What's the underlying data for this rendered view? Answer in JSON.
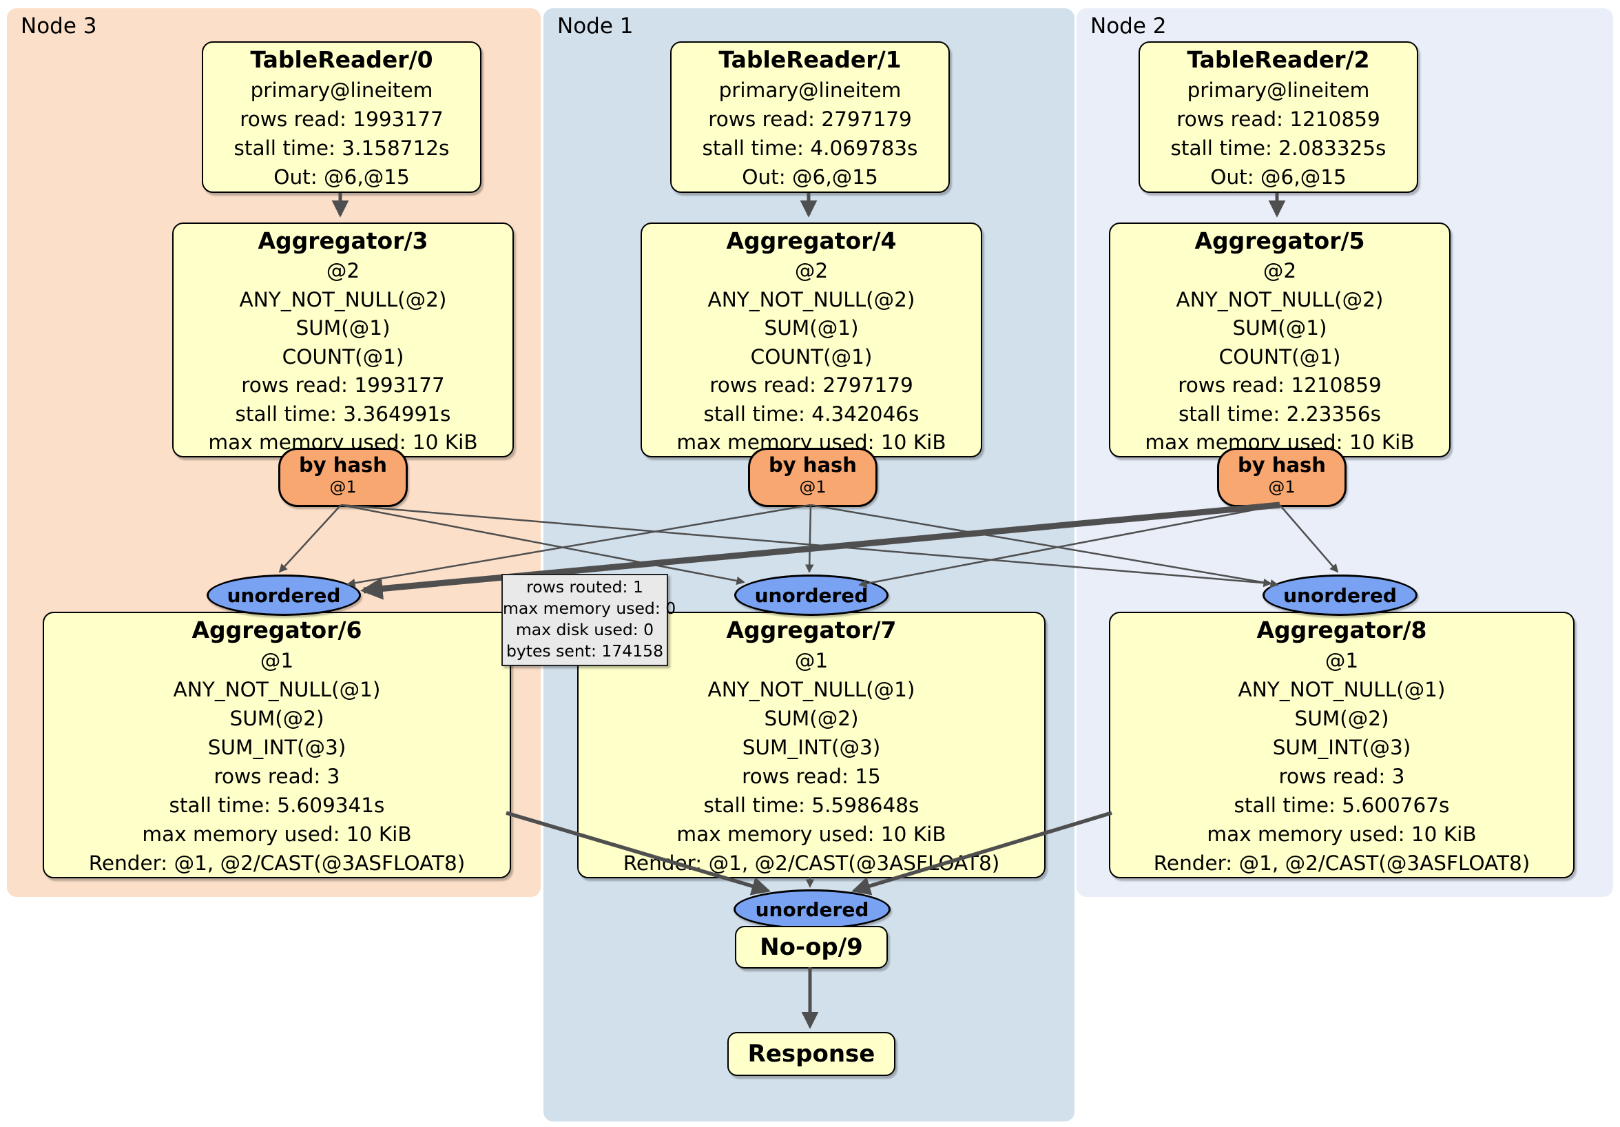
{
  "regions": [
    {
      "id": "node3",
      "label": "Node 3"
    },
    {
      "id": "node1",
      "label": "Node 1"
    },
    {
      "id": "node2",
      "label": "Node 2"
    }
  ],
  "processors": {
    "tr0": {
      "title": "TableReader/0",
      "lines": [
        "primary@lineitem",
        "rows read: 1993177",
        "stall time: 3.158712s",
        "Out: @6,@15"
      ]
    },
    "tr1": {
      "title": "TableReader/1",
      "lines": [
        "primary@lineitem",
        "rows read: 2797179",
        "stall time: 4.069783s",
        "Out: @6,@15"
      ]
    },
    "tr2": {
      "title": "TableReader/2",
      "lines": [
        "primary@lineitem",
        "rows read: 1210859",
        "stall time: 2.083325s",
        "Out: @6,@15"
      ]
    },
    "agg3": {
      "title": "Aggregator/3",
      "lines": [
        "@2",
        "ANY_NOT_NULL(@2)",
        "SUM(@1)",
        "COUNT(@1)",
        "rows read: 1993177",
        "stall time: 3.364991s",
        "max memory used: 10 KiB"
      ]
    },
    "agg4": {
      "title": "Aggregator/4",
      "lines": [
        "@2",
        "ANY_NOT_NULL(@2)",
        "SUM(@1)",
        "COUNT(@1)",
        "rows read: 2797179",
        "stall time: 4.342046s",
        "max memory used: 10 KiB"
      ]
    },
    "agg5": {
      "title": "Aggregator/5",
      "lines": [
        "@2",
        "ANY_NOT_NULL(@2)",
        "SUM(@1)",
        "COUNT(@1)",
        "rows read: 1210859",
        "stall time: 2.23356s",
        "max memory used: 10 KiB"
      ]
    },
    "agg6": {
      "title": "Aggregator/6",
      "lines": [
        "@1",
        "ANY_NOT_NULL(@1)",
        "SUM(@2)",
        "SUM_INT(@3)",
        "rows read: 3",
        "stall time: 5.609341s",
        "max memory used: 10 KiB",
        "Render: @1, @2/CAST(@3ASFLOAT8)"
      ]
    },
    "agg7": {
      "title": "Aggregator/7",
      "lines": [
        "@1",
        "ANY_NOT_NULL(@1)",
        "SUM(@2)",
        "SUM_INT(@3)",
        "rows read: 15",
        "stall time: 5.598648s",
        "max memory used: 10 KiB",
        "Render: @1, @2/CAST(@3ASFLOAT8)"
      ]
    },
    "agg8": {
      "title": "Aggregator/8",
      "lines": [
        "@1",
        "ANY_NOT_NULL(@1)",
        "SUM(@2)",
        "SUM_INT(@3)",
        "rows read: 3",
        "stall time: 5.600767s",
        "max memory used: 10 KiB",
        "Render: @1, @2/CAST(@3ASFLOAT8)"
      ]
    },
    "noop": {
      "title": "No-op/9"
    },
    "response": {
      "title": "Response"
    }
  },
  "routers": {
    "label": "by hash",
    "sub": "@1"
  },
  "streams": {
    "unordered": "unordered"
  },
  "tooltip": {
    "lines": [
      "rows routed: 1",
      "max memory used: 0",
      "max disk used: 0",
      "bytes sent: 174158"
    ]
  },
  "colors": {
    "region_node3": "#fbdfc9",
    "region_node1": "#d2e0ec",
    "region_node2": "#e9eef9",
    "processor_fill": "#ffffca",
    "router_fill": "#f7a76f",
    "stream_fill": "#79a2f2",
    "tooltip_fill": "#e9e9e9",
    "edge": "#4f4f4f"
  }
}
